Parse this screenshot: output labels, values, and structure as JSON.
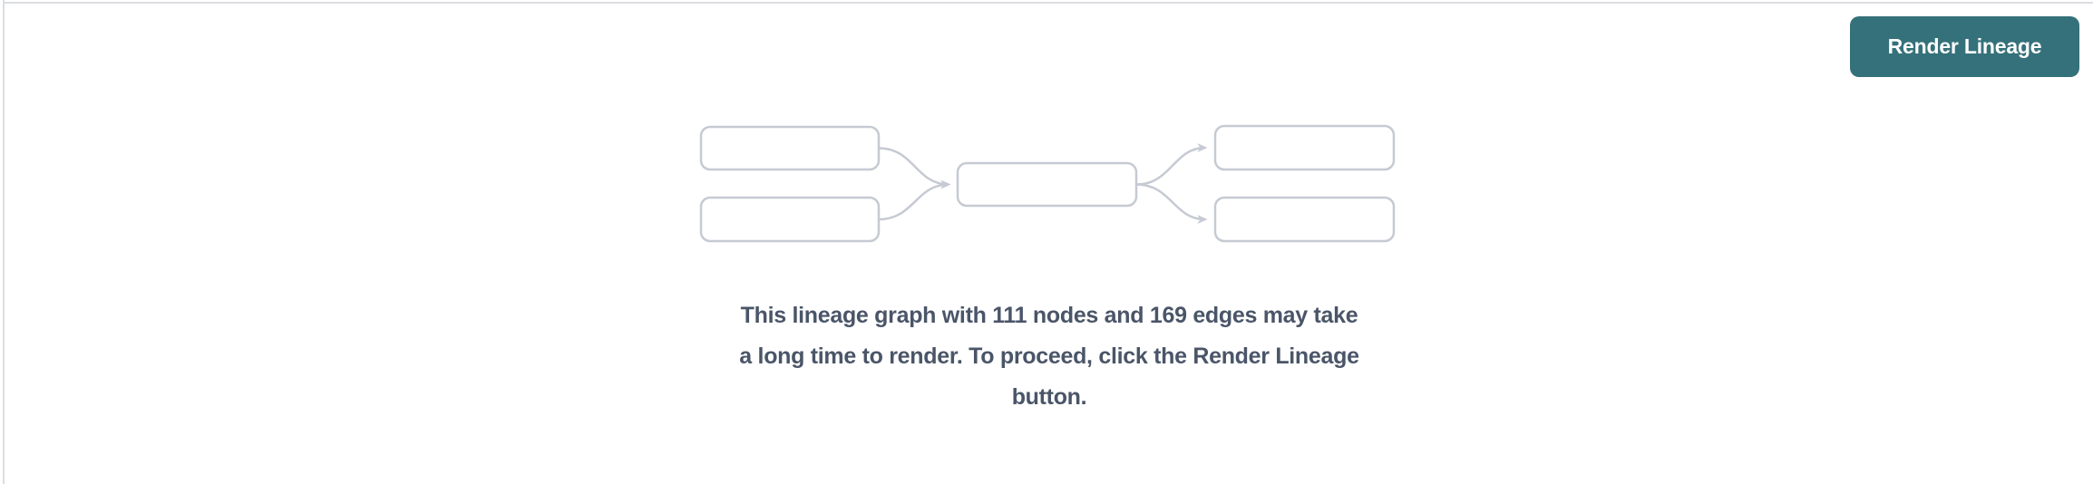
{
  "toolbar": {
    "render_button_label": "Render Lineage"
  },
  "lineage": {
    "node_count": "111",
    "edge_count": "169"
  },
  "message": {
    "lines": [
      "This lineage graph with 111 nodes and 169 edges may take",
      "a long time to render. To proceed, click the Render Lineage",
      "button."
    ]
  },
  "illustration": {
    "name": "lineage-graph-placeholder",
    "node_boxes": 5,
    "edge_arrows": 4
  },
  "colors": {
    "button_bg": "#35717a",
    "button_text": "#ffffff",
    "node_stroke": "#c6cad3",
    "edge_color": "#c6cad3",
    "message_text": "#4a5568",
    "divider": "#dcdde1",
    "background": "#ffffff"
  }
}
